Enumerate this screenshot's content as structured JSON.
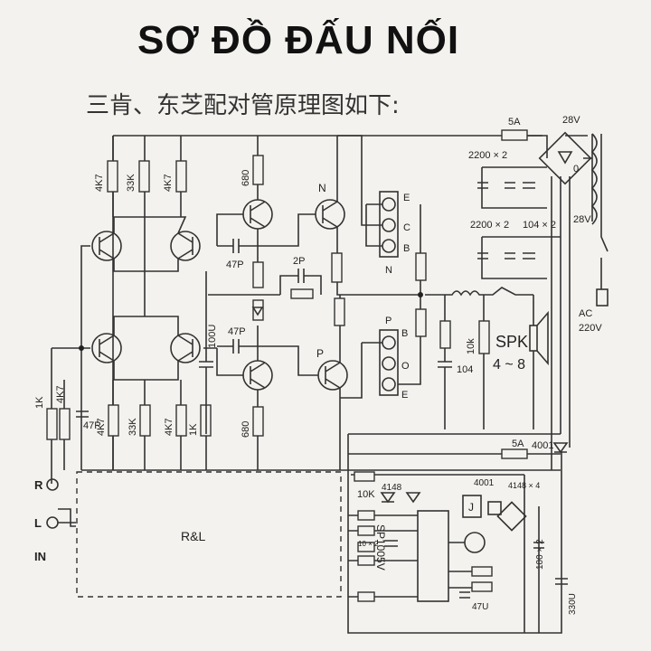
{
  "title": "SƠ ĐỒ ĐẤU NỐI",
  "subtitle": "三肯、东芝配对管原理图如下:",
  "labels": {
    "r4k7_a": "4K7",
    "r33k_a": "33K",
    "r4k7_b": "4K7",
    "r680_a": "680",
    "r680_b": "680",
    "c47p_a": "47P",
    "c47p_b": "47P",
    "c47p_c": "47P",
    "c2p": "2P",
    "c100u": "100U",
    "q_n": "N",
    "q_p": "P",
    "conn1_pins": [
      "E",
      "C",
      "B"
    ],
    "conn1_label": "N",
    "conn2_label": "P",
    "conn2_pins": [
      "B",
      "O",
      "E"
    ],
    "fuse_top": "5A",
    "cap_2200_a": "2200 × 2",
    "cap_2200_b": "2200 × 2",
    "cap_104x2": "104 × 2",
    "tr_28v_a": "28V",
    "tr_0": "0",
    "tr_28v_b": "28V",
    "ac": "AC",
    "ac_v": "220V",
    "c104": "104",
    "r10k_out": "10k",
    "spk": "SPK",
    "spk_ohm": "4 ~ 8",
    "r1k": "1K",
    "r4k7_in": "4K7",
    "c47p_in": "47P",
    "r4k7_c": "4K7",
    "r33k_b": "33K",
    "r4k7_d": "4K7",
    "r1k_b": "1K",
    "fuse_low": "5A",
    "d4001_a": "4001",
    "in_r": "R",
    "in_l": "L",
    "in_label": "IN",
    "rl_box": "R&L",
    "r10k_prot": "10K",
    "d4148": "4148",
    "d4001_b": "4001",
    "d4148x4": "4148 × 4",
    "relay": "J",
    "ic": "SP1005V",
    "c100x2": "100 × 2",
    "c330u": "330U",
    "c47u": "47U",
    "c10x2": "10 × 2"
  }
}
